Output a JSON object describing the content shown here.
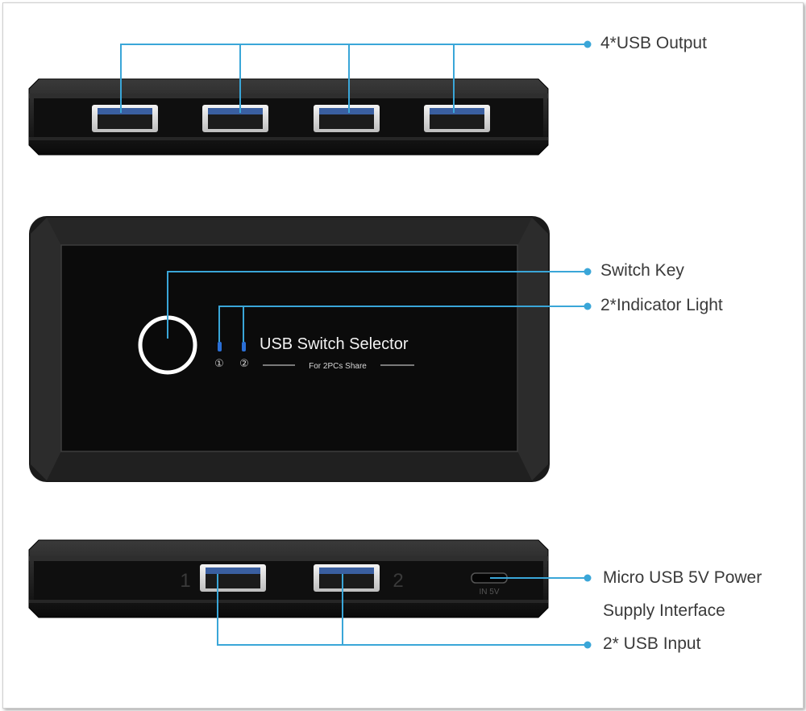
{
  "image_description_labels": {
    "usb_output": "4*USB Output",
    "switch_key": "Switch Key",
    "indicator_light": "2*Indicator Light",
    "power_line1": "Micro USB 5V Power",
    "power_line2": "Supply Interface",
    "usb_input": "2* USB Input"
  },
  "device": {
    "brand_title": "USB Switch Selector",
    "brand_subtitle": "For 2PCs Share",
    "indicator_1": "①",
    "indicator_2": "②",
    "port_label_1": "1",
    "port_label_2": "2",
    "power_port_label": "IN 5V"
  },
  "colors": {
    "callout_line": "#3aa6d8",
    "device_body": "#111111",
    "indicator_led": "#2a6fd6"
  }
}
